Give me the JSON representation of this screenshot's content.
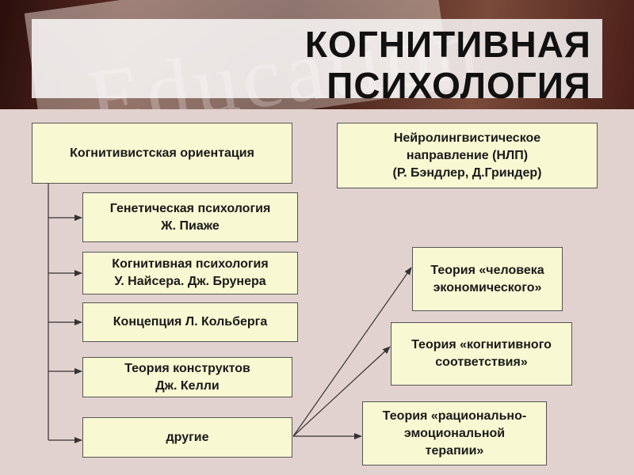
{
  "title": {
    "line1": "КОГНИТИВНАЯ",
    "line2": "ПСИХОЛОГИЯ"
  },
  "background_word": "Education",
  "root": {
    "label": "Когнитивистская ориентация"
  },
  "nlp": {
    "line1": "Нейролингвистическое",
    "line2": "направление (НЛП)",
    "line3": "(Р. Бэндлер, Д.Гриндер)"
  },
  "branches": [
    {
      "line1": "Генетическая психология",
      "line2": "Ж. Пиаже"
    },
    {
      "line1": "Когнитивная психология",
      "line2": "У. Найсера. Дж. Брунера"
    },
    {
      "line1": "Концепция Л. Кольберга"
    },
    {
      "line1": "Теория конструктов",
      "line2": "Дж. Келли"
    },
    {
      "line1": "другие"
    }
  ],
  "theories": [
    {
      "line1": "Теория «человека",
      "line2": "экономического»"
    },
    {
      "line1": "Теория «когнитивного",
      "line2": "соответствия»"
    },
    {
      "line1": "Теория «рационально-",
      "line2": "эмоциональной",
      "line3": "терапии»"
    }
  ],
  "colors": {
    "box_fill": "#f8f8d2",
    "box_border": "#555555",
    "connector": "#333333",
    "slide_bg": "#e2d2cf"
  }
}
